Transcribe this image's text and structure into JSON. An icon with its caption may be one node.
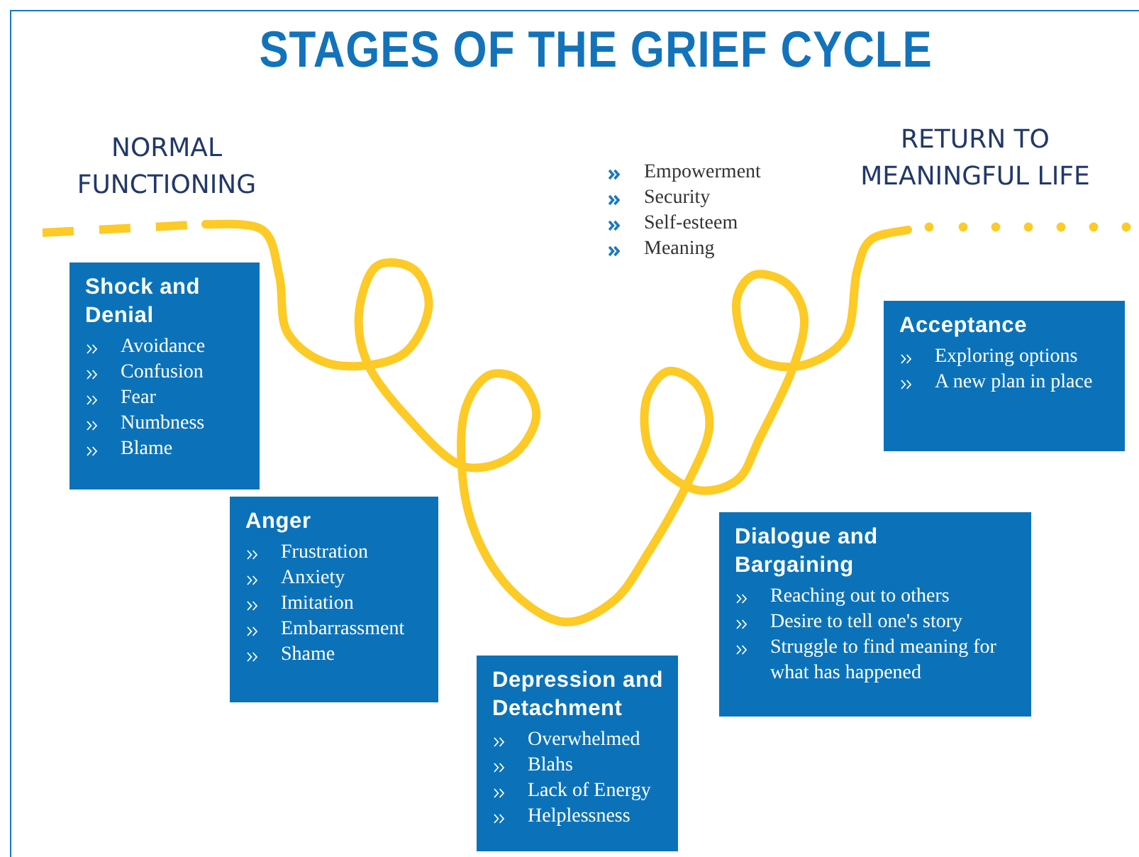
{
  "diagram": {
    "title": "STAGES OF THE GRIEF CYCLE",
    "nodes": [
      {
        "text": [
          "Shock and Denial",
          "Avoidance",
          "Confusion",
          "Fear",
          "Numbness",
          "Blame"
        ]
      },
      {
        "text": [
          "Anger",
          "Frustration",
          "Anxiety",
          "Imitation",
          "Embarrassment",
          "Shame"
        ]
      },
      {
        "text": [
          "Depression and Detachment",
          "Overwhelmed",
          "Blahs",
          "Lack of Energy",
          "Helplessness"
        ]
      },
      {
        "text": [
          "Dialogue and Bargaining",
          "Reaching out to others",
          "Desire to tell one's story",
          "Struggle to find meaning for what has happened"
        ]
      },
      {
        "text": [
          "Acceptance",
          "Exploring options",
          "A new plan in place"
        ]
      }
    ],
    "labels": [
      "NORMAL FUNCTIONING",
      "Empowerment",
      "Security",
      "Self-esteem",
      "Meaning",
      "RETURN TO MEANINGFUL LIFE"
    ]
  }
}
